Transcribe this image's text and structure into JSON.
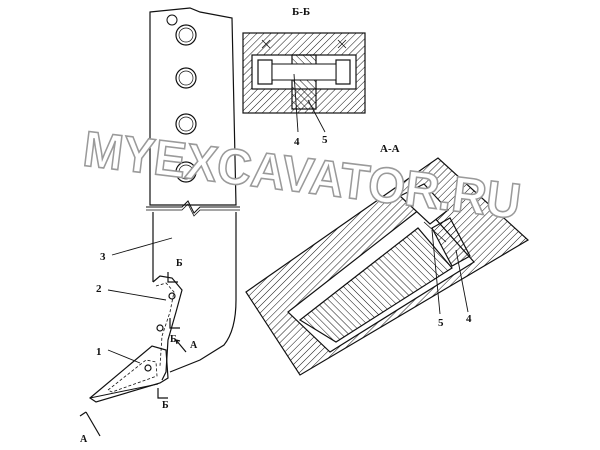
{
  "watermark": "MYEXCAVATOR.RU",
  "sections": {
    "bb_title": "Б-Б",
    "aa_title": "А-А"
  },
  "labels": {
    "part1": "1",
    "part2": "2",
    "part3": "3",
    "part4_bb": "4",
    "part5_bb": "5",
    "part4_aa": "4",
    "part5_aa": "5",
    "cut_b_upper": "Б",
    "cut_b_mid": "Б",
    "cut_b_lower": "Б",
    "cut_a_right": "А",
    "cut_a_left": "А"
  },
  "colors": {
    "line": "#111111",
    "watermark_fill": "#ffffff",
    "watermark_stroke": "#9a9a9a"
  }
}
